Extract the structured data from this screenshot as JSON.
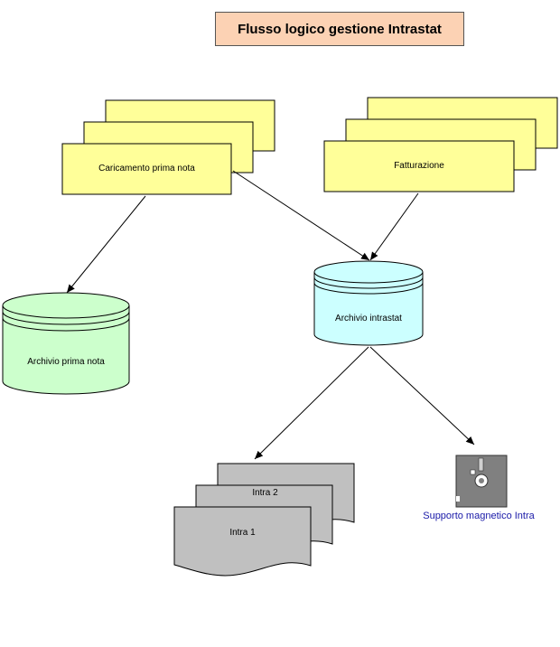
{
  "title": "Flusso logico gestione Intrastat",
  "nodes": {
    "caricamento": "Caricamento prima nota",
    "fatturazione": "Fatturazione",
    "archivio_prima_nota": "Archivio prima nota",
    "archivio_intrastat": "Archivio intrastat",
    "intra2": "Intra 2",
    "intra1": "Intra 1",
    "supporto": "Supporto magnetico Intra"
  },
  "colors": {
    "process": "#ffff99",
    "db_green": "#ccffcc",
    "db_cyan": "#ccffff",
    "document": "#c0c0c0",
    "title_bg": "#fcd2b4",
    "floppy": "#808080"
  }
}
